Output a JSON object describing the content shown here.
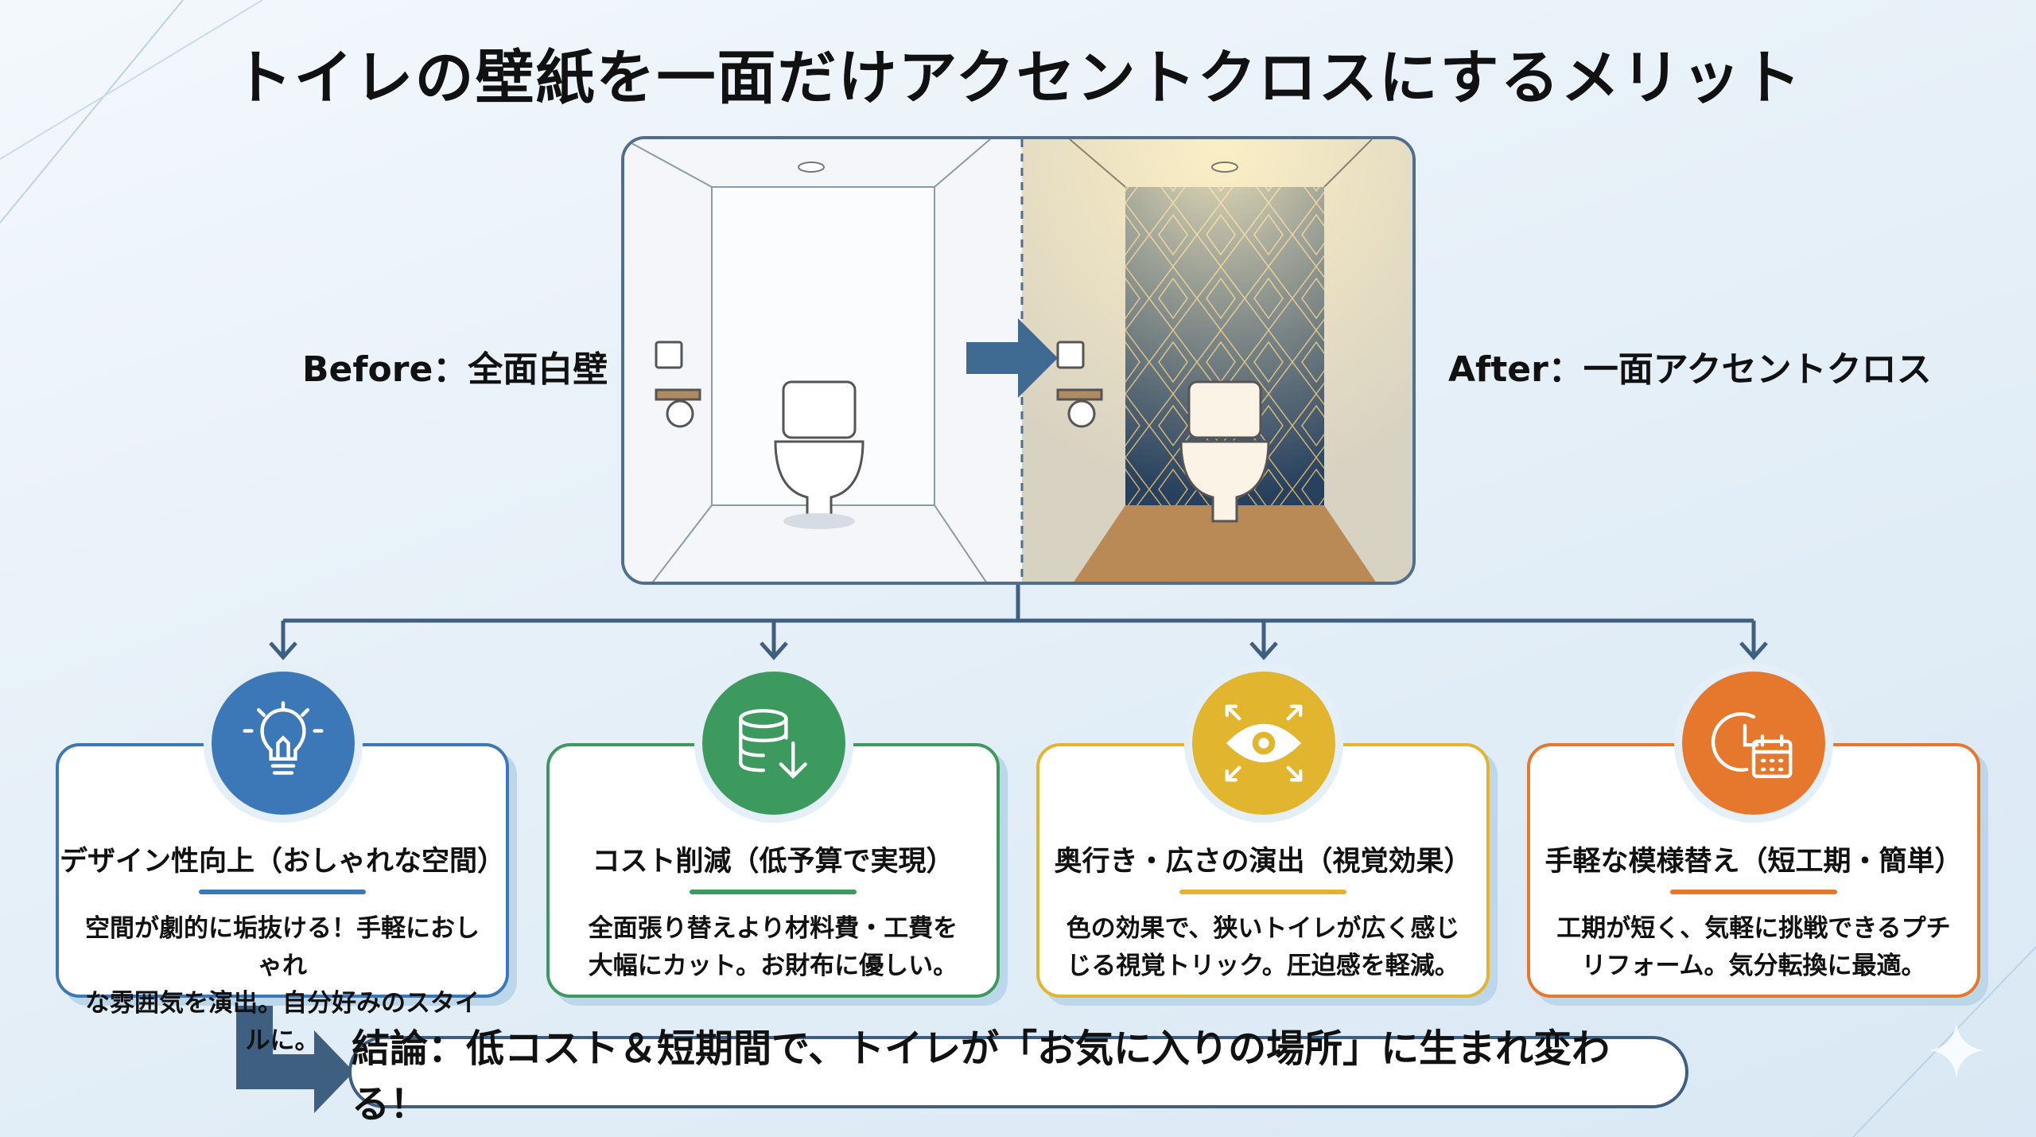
{
  "title": "トイレの壁紙を一面だけアクセントクロスにするメリット",
  "comparison": {
    "before_label": "Before：全面白壁",
    "after_label": "After：一面アクセントクロス"
  },
  "colors": {
    "blue": "#3c78b8",
    "green": "#3d9a5e",
    "yellow": "#e2b52e",
    "orange": "#e6782e",
    "navy": "#3f5f80"
  },
  "cards": [
    {
      "icon": "lightbulb-icon",
      "title": "デザイン性向上（おしゃれな空間）",
      "body": [
        "空間が劇的に垢抜ける！手軽におしゃれ",
        "な雰囲気を演出。自分好みのスタイルに。"
      ]
    },
    {
      "icon": "coins-down-icon",
      "title": "コスト削減（低予算で実現）",
      "body": [
        "全面張り替えより材料費・工費を",
        "大幅にカット。お財布に優しい。"
      ]
    },
    {
      "icon": "eye-icon",
      "title": "奥行き・広さの演出（視覚効果）",
      "body": [
        "色の効果で、狭いトイレが広く感じ",
        "じる視覚トリック。圧迫感を軽減。"
      ]
    },
    {
      "icon": "clock-calendar-icon",
      "title": "手軽な模様替え（短工期・簡単）",
      "body": [
        "工期が短く、気軽に挑戦できるプチ",
        "リフォーム。気分転換に最適。"
      ]
    }
  ],
  "conclusion": "結論：低コスト＆短期間で、トイレが「お気に入りの場所」に生まれ変わる！"
}
